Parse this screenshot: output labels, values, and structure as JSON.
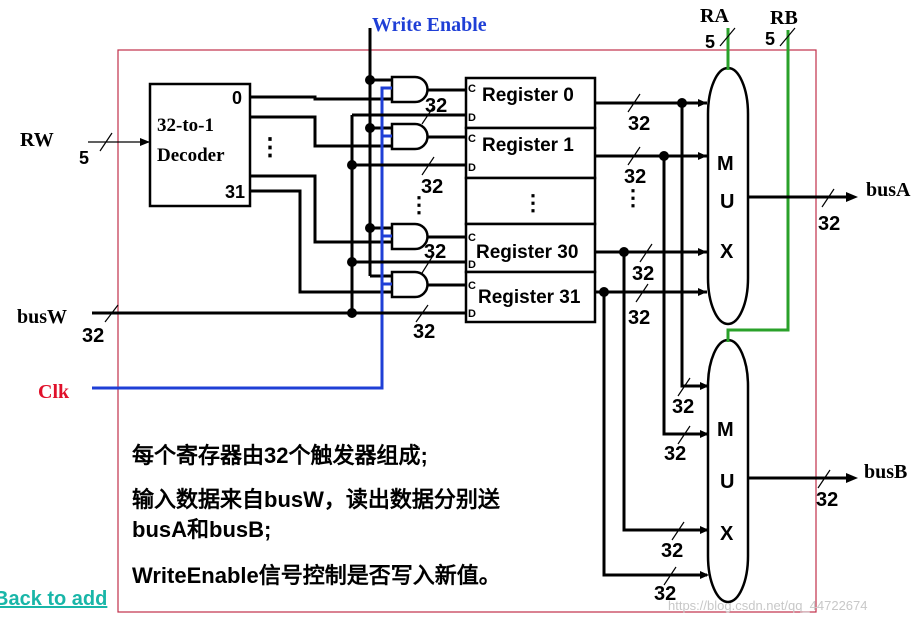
{
  "diagram": {
    "labels": {
      "write_enable": "Write Enable",
      "ra": "RA",
      "rb": "RB",
      "rw": "RW",
      "busw": "busW",
      "clk": "Clk",
      "busa": "busA",
      "busb": "busB",
      "decoder_line1": "32-to-1",
      "decoder_line2": "Decoder",
      "decoder_out0": "0",
      "decoder_out31": "31",
      "width5": "5",
      "width32": "32",
      "mux_m": "M",
      "mux_u": "U",
      "mux_x": "X",
      "port_c": "C",
      "port_d": "D",
      "ellipsis": "⋮"
    },
    "registers": [
      "Register 0",
      "Register 1",
      "Register 30",
      "Register 31"
    ],
    "notes": [
      "每个寄存器由32个触发器组成;",
      "输入数据来自busW，读出数据分别送",
      "busA和busB;",
      "WriteEnable信号控制是否写入新值。"
    ],
    "back_link": "Back to add",
    "watermark": "https://blog.csdn.net/qq_44722674"
  }
}
